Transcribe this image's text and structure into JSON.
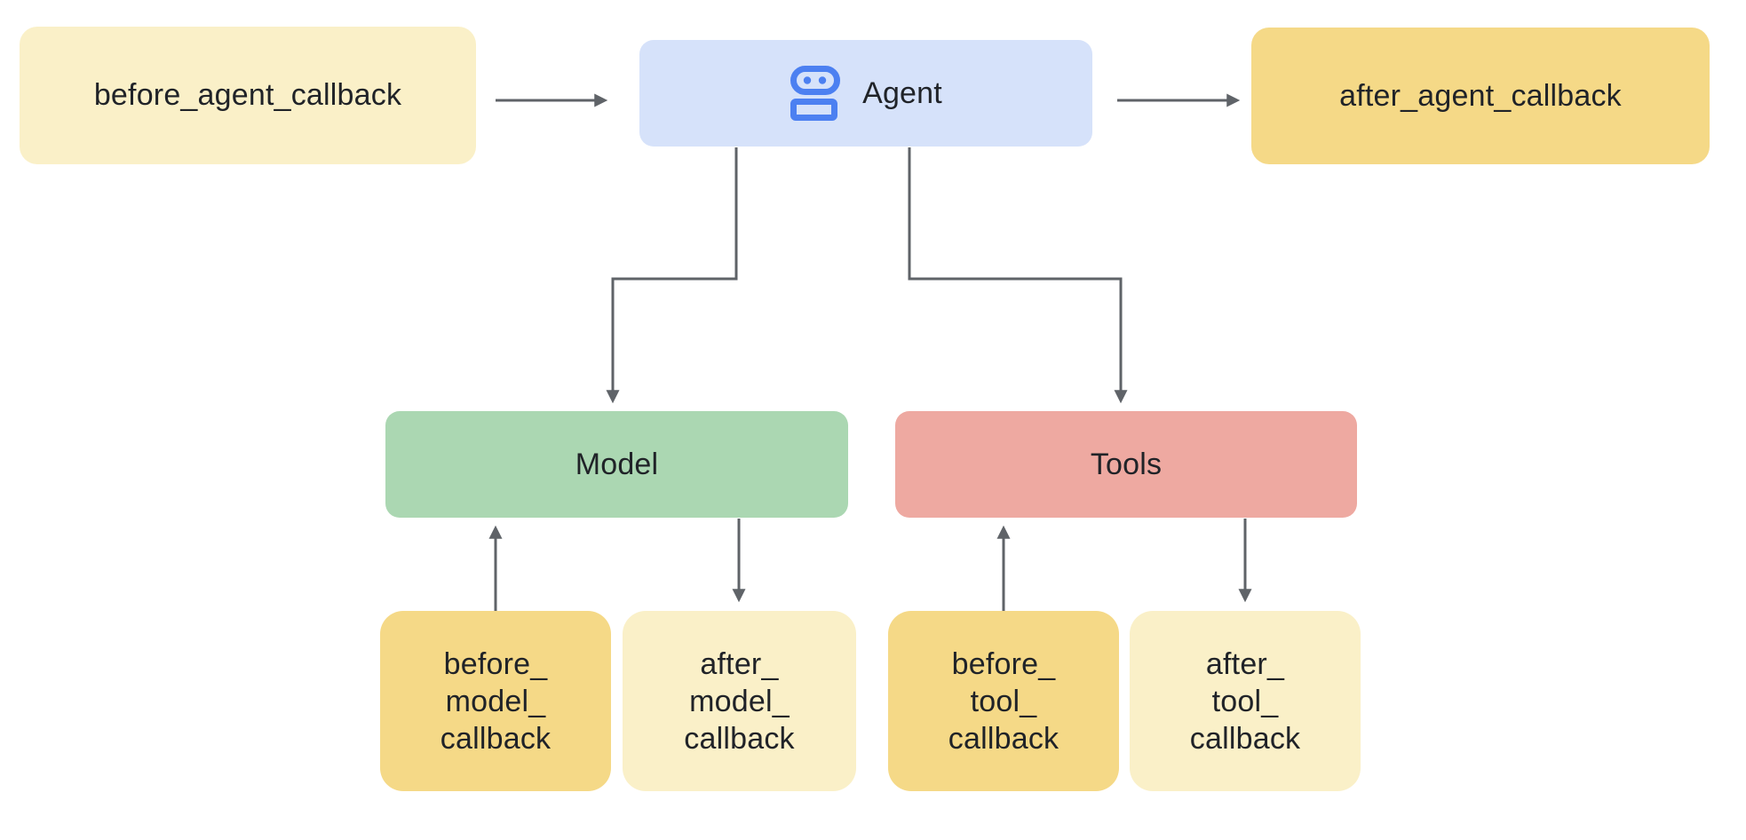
{
  "diagram": {
    "type": "flow-diagram",
    "nodes": {
      "before_agent": {
        "label": "before_agent_callback",
        "fill": "#FAF0C8"
      },
      "agent": {
        "label": "Agent",
        "icon": "robot-icon",
        "fill": "#D6E2FA"
      },
      "after_agent": {
        "label": "after_agent_callback",
        "fill": "#F5D987"
      },
      "model": {
        "label": "Model",
        "fill": "#ABD7B2"
      },
      "tools": {
        "label": "Tools",
        "fill": "#EEA9A1"
      },
      "before_model": {
        "lines": [
          "before_",
          "model_",
          "callback"
        ],
        "fill": "#F5D987"
      },
      "after_model": {
        "lines": [
          "after_",
          "model_",
          "callback"
        ],
        "fill": "#FAF0C8"
      },
      "before_tool": {
        "lines": [
          "before_",
          "tool_",
          "callback"
        ],
        "fill": "#F5D987"
      },
      "after_tool": {
        "lines": [
          "after_",
          "tool_",
          "callback"
        ],
        "fill": "#FAF0C8"
      }
    },
    "edges": [
      {
        "from": "before_agent_callback",
        "to": "Agent"
      },
      {
        "from": "Agent",
        "to": "after_agent_callback"
      },
      {
        "from": "Agent",
        "to": "Model"
      },
      {
        "from": "Agent",
        "to": "Tools"
      },
      {
        "from": "before_model_callback",
        "to": "Model"
      },
      {
        "from": "Model",
        "to": "after_model_callback"
      },
      {
        "from": "before_tool_callback",
        "to": "Tools"
      },
      {
        "from": "Tools",
        "to": "after_tool_callback"
      }
    ],
    "colors": {
      "background": "#FFFFFF",
      "arrow": "#5F6368",
      "text": "#202328",
      "agent_box": "#D6E2FA",
      "agent_icon_blue": "#4C80F1",
      "model_box": "#ABD7B2",
      "tools_box": "#EEA9A1",
      "gold_box": "#F5D987",
      "cream_box": "#FAF0C8"
    }
  }
}
